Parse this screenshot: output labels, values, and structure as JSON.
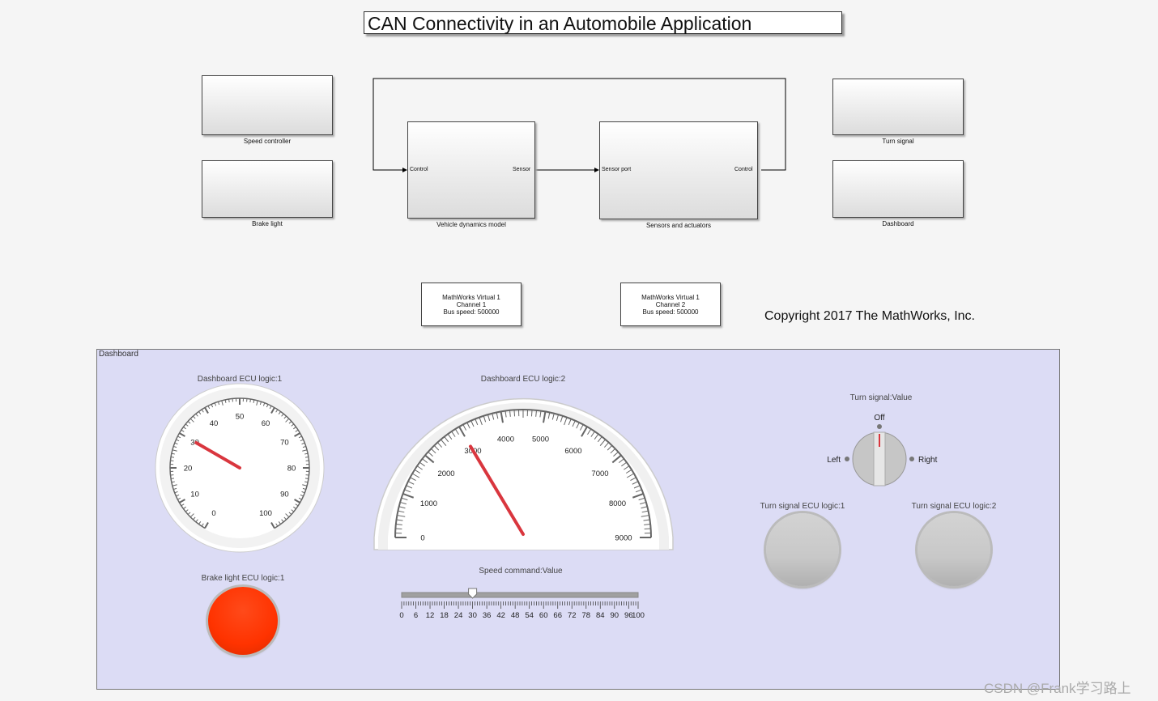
{
  "title": "CAN Connectivity in an Automobile Application",
  "blocks": {
    "speed_controller": "Speed controller",
    "brake_light": "Brake light",
    "vehicle_dynamics": "Vehicle dynamics model",
    "vehicle_port_in": "Control",
    "vehicle_port_out": "Sensor",
    "sensors": "Sensors and actuators",
    "sensors_port_in": "Sensor port",
    "sensors_port_out": "Control",
    "turn_signal": "Turn signal",
    "dashboard": "Dashboard"
  },
  "can_channels": [
    {
      "line1": "MathWorks Virtual 1",
      "line2": "Channel 1",
      "line3": "Bus speed: 500000"
    },
    {
      "line1": "MathWorks Virtual 1",
      "line2": "Channel 2",
      "line3": "Bus speed: 500000"
    }
  ],
  "copyright": "Copyright 2017 The MathWorks, Inc.",
  "dashboard_panel": {
    "title": "Dashboard",
    "speed_gauge": {
      "label": "Dashboard ECU logic:1",
      "min": 0,
      "max": 100,
      "ticks": [
        "0",
        "10",
        "20",
        "30",
        "40",
        "50",
        "60",
        "70",
        "80",
        "90",
        "100"
      ],
      "value": 30
    },
    "rpm_gauge": {
      "label": "Dashboard ECU logic:2",
      "min": 0,
      "max": 9000,
      "ticks": [
        "0",
        "1000",
        "2000",
        "3000",
        "4000",
        "5000",
        "6000",
        "7000",
        "8000",
        "9000"
      ],
      "value": 3000
    },
    "brake_lamp": {
      "label": "Brake light ECU logic:1",
      "color": "#ff3300"
    },
    "slider": {
      "label": "Speed command:Value",
      "min": 0,
      "max": 100,
      "value": 30,
      "ticks": [
        "0",
        "6",
        "12",
        "18",
        "24",
        "30",
        "36",
        "42",
        "48",
        "54",
        "60",
        "66",
        "72",
        "78",
        "84",
        "90",
        "96",
        "100"
      ]
    },
    "knob": {
      "label": "Turn signal:Value",
      "left": "Left",
      "off": "Off",
      "right": "Right",
      "selected": "Off"
    },
    "turn_lamp_1": {
      "label": "Turn signal ECU logic:1",
      "color": "#c8c8c8"
    },
    "turn_lamp_2": {
      "label": "Turn signal ECU logic:2",
      "color": "#c8c8c8"
    }
  },
  "watermark": "CSDN @Frank学习路上"
}
